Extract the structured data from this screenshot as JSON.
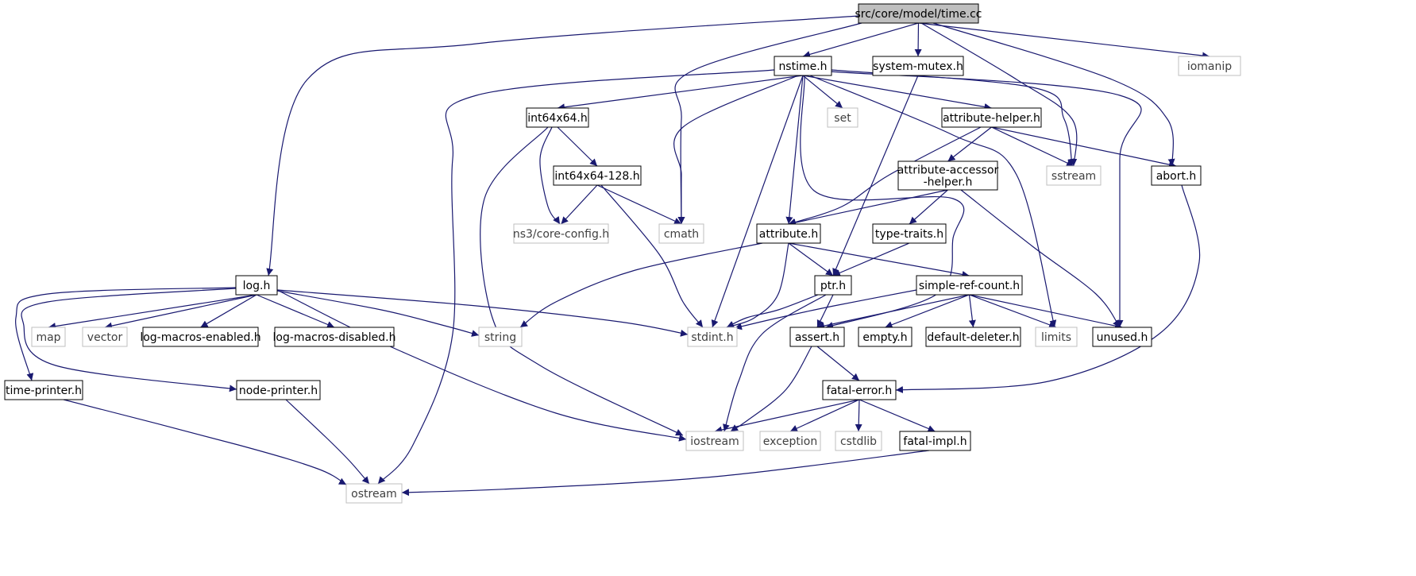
{
  "diagram": {
    "root": "src/core/model/time.cc",
    "colors": {
      "edge": "#191970",
      "root_fill": "#bfbfbf",
      "node_border": "#000000",
      "external_border": "#bfbfbf",
      "external_text": "#404040"
    },
    "nodes": [
      {
        "id": "time_cc",
        "label": "src/core/model/time.cc",
        "kind": "root"
      },
      {
        "id": "nstime",
        "label": "nstime.h",
        "kind": "local"
      },
      {
        "id": "system_mutex",
        "label": "system-mutex.h",
        "kind": "local"
      },
      {
        "id": "iomanip",
        "label": "iomanip",
        "kind": "external"
      },
      {
        "id": "int64x64",
        "label": "int64x64.h",
        "kind": "local"
      },
      {
        "id": "set",
        "label": "set",
        "kind": "external"
      },
      {
        "id": "attribute_helper",
        "label": "attribute-helper.h",
        "kind": "local"
      },
      {
        "id": "int64x64_128",
        "label": "int64x64-128.h",
        "kind": "local"
      },
      {
        "id": "attribute_accessor",
        "label": "attribute-accessor\n-helper.h",
        "kind": "local"
      },
      {
        "id": "sstream",
        "label": "sstream",
        "kind": "external"
      },
      {
        "id": "abort",
        "label": "abort.h",
        "kind": "local"
      },
      {
        "id": "ns3_core_config",
        "label": "ns3/core-config.h",
        "kind": "external"
      },
      {
        "id": "cmath",
        "label": "cmath",
        "kind": "external"
      },
      {
        "id": "attribute",
        "label": "attribute.h",
        "kind": "local"
      },
      {
        "id": "type_traits",
        "label": "type-traits.h",
        "kind": "local"
      },
      {
        "id": "log",
        "label": "log.h",
        "kind": "local"
      },
      {
        "id": "ptr",
        "label": "ptr.h",
        "kind": "local"
      },
      {
        "id": "simple_ref_count",
        "label": "simple-ref-count.h",
        "kind": "local"
      },
      {
        "id": "map",
        "label": "map",
        "kind": "external"
      },
      {
        "id": "vector",
        "label": "vector",
        "kind": "external"
      },
      {
        "id": "log_macros_enabled",
        "label": "log-macros-enabled.h",
        "kind": "local"
      },
      {
        "id": "log_macros_disabled",
        "label": "log-macros-disabled.h",
        "kind": "local"
      },
      {
        "id": "string",
        "label": "string",
        "kind": "external"
      },
      {
        "id": "stdint",
        "label": "stdint.h",
        "kind": "external"
      },
      {
        "id": "assert",
        "label": "assert.h",
        "kind": "local"
      },
      {
        "id": "empty",
        "label": "empty.h",
        "kind": "local"
      },
      {
        "id": "default_deleter",
        "label": "default-deleter.h",
        "kind": "local"
      },
      {
        "id": "limits",
        "label": "limits",
        "kind": "external"
      },
      {
        "id": "unused",
        "label": "unused.h",
        "kind": "local"
      },
      {
        "id": "time_printer",
        "label": "time-printer.h",
        "kind": "local"
      },
      {
        "id": "node_printer",
        "label": "node-printer.h",
        "kind": "local"
      },
      {
        "id": "fatal_error",
        "label": "fatal-error.h",
        "kind": "local"
      },
      {
        "id": "iostream",
        "label": "iostream",
        "kind": "external"
      },
      {
        "id": "exception",
        "label": "exception",
        "kind": "external"
      },
      {
        "id": "cstdlib",
        "label": "cstdlib",
        "kind": "external"
      },
      {
        "id": "fatal_impl",
        "label": "fatal-impl.h",
        "kind": "local"
      },
      {
        "id": "ostream",
        "label": "ostream",
        "kind": "external"
      }
    ],
    "edges": [
      [
        "time_cc",
        "log"
      ],
      [
        "time_cc",
        "nstime"
      ],
      [
        "time_cc",
        "cmath"
      ],
      [
        "time_cc",
        "system_mutex"
      ],
      [
        "time_cc",
        "sstream"
      ],
      [
        "time_cc",
        "abort"
      ],
      [
        "time_cc",
        "iomanip"
      ],
      [
        "nstime",
        "int64x64"
      ],
      [
        "nstime",
        "set"
      ],
      [
        "nstime",
        "attribute_helper"
      ],
      [
        "nstime",
        "cmath"
      ],
      [
        "nstime",
        "attribute"
      ],
      [
        "nstime",
        "stdint"
      ],
      [
        "nstime",
        "assert"
      ],
      [
        "nstime",
        "limits"
      ],
      [
        "nstime",
        "unused"
      ],
      [
        "nstime",
        "ostream"
      ],
      [
        "nstime",
        "sstream"
      ],
      [
        "system_mutex",
        "ptr"
      ],
      [
        "int64x64",
        "int64x64_128"
      ],
      [
        "int64x64",
        "ns3_core_config"
      ],
      [
        "int64x64",
        "iostream"
      ],
      [
        "int64x64_128",
        "ns3_core_config"
      ],
      [
        "int64x64_128",
        "cmath"
      ],
      [
        "int64x64_128",
        "stdint"
      ],
      [
        "attribute_helper",
        "attribute_accessor"
      ],
      [
        "attribute_helper",
        "attribute"
      ],
      [
        "attribute_helper",
        "sstream"
      ],
      [
        "attribute_helper",
        "abort"
      ],
      [
        "attribute_accessor",
        "attribute"
      ],
      [
        "attribute_accessor",
        "type_traits"
      ],
      [
        "attribute_accessor",
        "unused"
      ],
      [
        "abort",
        "fatal_error"
      ],
      [
        "attribute",
        "ptr"
      ],
      [
        "attribute",
        "simple_ref_count"
      ],
      [
        "attribute",
        "string"
      ],
      [
        "attribute",
        "stdint"
      ],
      [
        "type_traits",
        "ptr"
      ],
      [
        "log",
        "map"
      ],
      [
        "log",
        "vector"
      ],
      [
        "log",
        "log_macros_enabled"
      ],
      [
        "log",
        "log_macros_disabled"
      ],
      [
        "log",
        "string"
      ],
      [
        "log",
        "stdint"
      ],
      [
        "log",
        "iostream"
      ],
      [
        "log",
        "time_printer"
      ],
      [
        "log",
        "node_printer"
      ],
      [
        "ptr",
        "stdint"
      ],
      [
        "ptr",
        "assert"
      ],
      [
        "ptr",
        "iostream"
      ],
      [
        "simple_ref_count",
        "stdint"
      ],
      [
        "simple_ref_count",
        "assert"
      ],
      [
        "simple_ref_count",
        "empty"
      ],
      [
        "simple_ref_count",
        "default_deleter"
      ],
      [
        "simple_ref_count",
        "limits"
      ],
      [
        "simple_ref_count",
        "unused"
      ],
      [
        "assert",
        "fatal_error"
      ],
      [
        "assert",
        "iostream"
      ],
      [
        "time_printer",
        "ostream"
      ],
      [
        "node_printer",
        "ostream"
      ],
      [
        "fatal_error",
        "iostream"
      ],
      [
        "fatal_error",
        "exception"
      ],
      [
        "fatal_error",
        "cstdlib"
      ],
      [
        "fatal_error",
        "fatal_impl"
      ],
      [
        "fatal_impl",
        "ostream"
      ]
    ]
  }
}
